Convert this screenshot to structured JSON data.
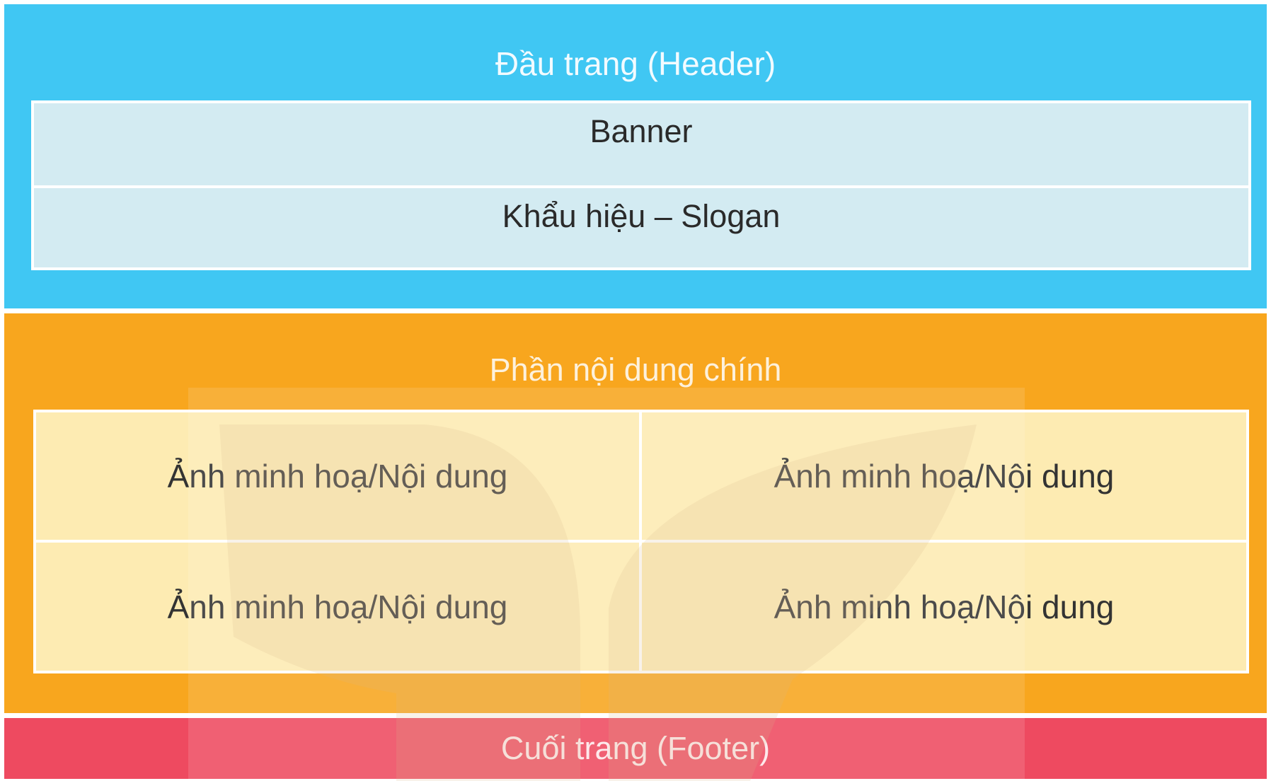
{
  "header": {
    "title": "Đầu trang (Header)",
    "banner": "Banner",
    "slogan": "Khẩu hiệu – Slogan"
  },
  "main": {
    "title": "Phần nội dung chính",
    "cells": [
      [
        "Ảnh minh hoạ/Nội dung",
        "Ảnh minh hoạ/Nội dung"
      ],
      [
        "Ảnh minh hoạ/Nội dung",
        "Ảnh minh hoạ/Nội dung"
      ]
    ]
  },
  "footer": {
    "title": "Cuối trang (Footer)"
  },
  "colors": {
    "header": "#40c7f3",
    "banner": "#d3ebf2",
    "main": "#f8a61e",
    "cell": "#fdebb2",
    "footer": "#ee4a60"
  },
  "watermark": {
    "icon": "leaf-logo-icon"
  }
}
